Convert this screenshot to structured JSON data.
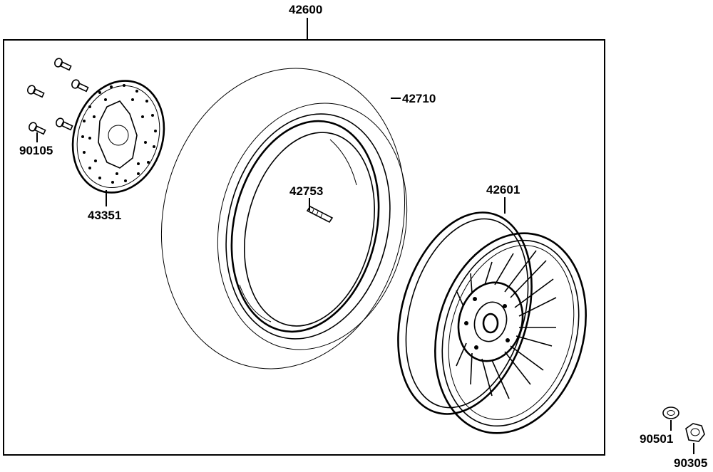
{
  "parts": {
    "wheel_assembly": {
      "number": "42600",
      "icon": "wheel-assembly-icon"
    },
    "tire": {
      "number": "42710",
      "icon": "tire-icon"
    },
    "valve": {
      "number": "42753",
      "icon": "valve-icon"
    },
    "rim": {
      "number": "42601",
      "icon": "rim-icon"
    },
    "brake_disc": {
      "number": "43351",
      "icon": "brake-disc-icon"
    },
    "disc_bolt": {
      "number": "90105",
      "icon": "bolt-icon"
    },
    "washer": {
      "number": "90501",
      "icon": "washer-icon"
    },
    "nut": {
      "number": "90305",
      "icon": "nut-icon"
    }
  },
  "colors": {
    "line": "#000000",
    "background": "#ffffff"
  }
}
